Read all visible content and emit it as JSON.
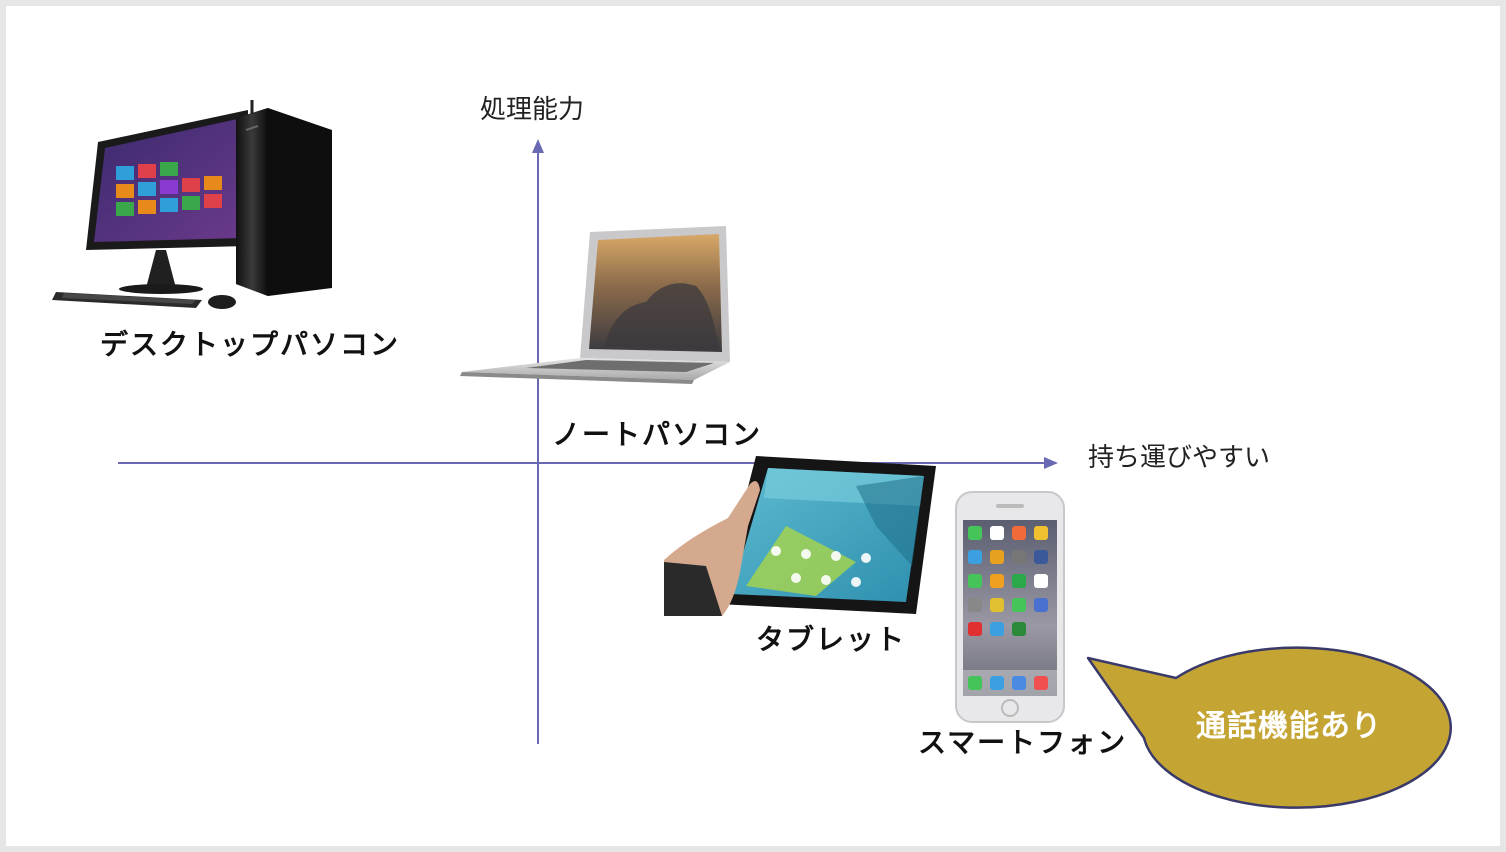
{
  "axes": {
    "y_label": "処理能力",
    "x_label": "持ち運びやすい"
  },
  "devices": [
    {
      "id": "desktop",
      "label": "デスクトップパソコン"
    },
    {
      "id": "laptop",
      "label": "ノートパソコン"
    },
    {
      "id": "tablet",
      "label": "タブレット"
    },
    {
      "id": "smartphone",
      "label": "スマートフォン"
    }
  ],
  "callout": {
    "text": "通話機能あり"
  },
  "colors": {
    "axis": "#6a6ab4",
    "callout_fill": "#c4a534",
    "callout_stroke": "#3a3a6a",
    "callout_text": "#ffffff"
  },
  "icons": {
    "desktop": "desktop-computer-icon",
    "laptop": "laptop-icon",
    "tablet": "tablet-icon",
    "smartphone": "smartphone-icon"
  }
}
